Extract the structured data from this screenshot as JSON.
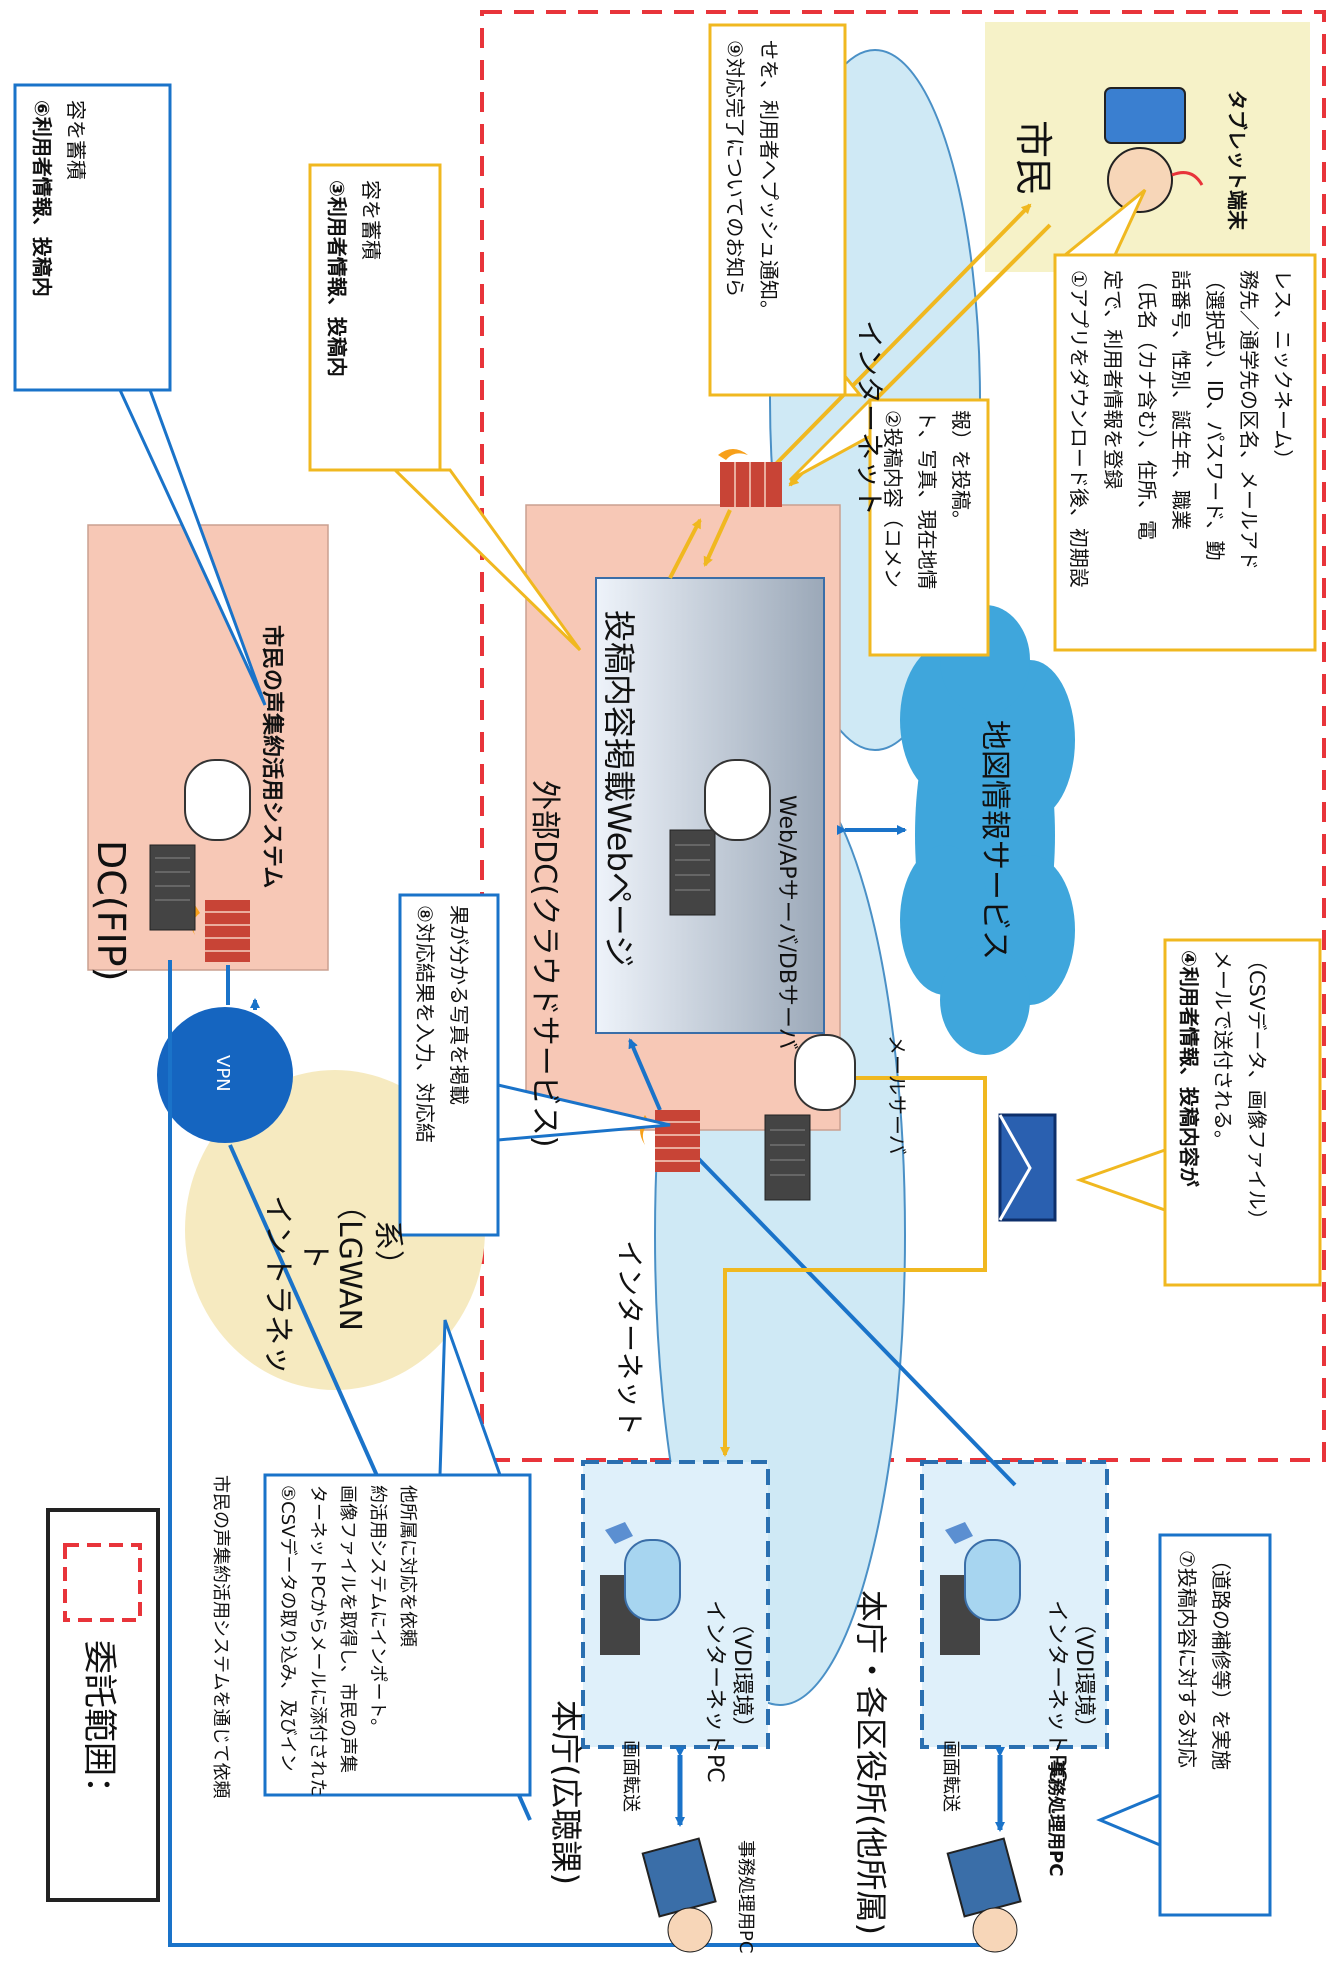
{
  "colors": {
    "outsource_border": "#e8343a",
    "callout_yellow": "#f5c842",
    "callout_blue": "#1a73c9",
    "cloud_blue": "#3fa6dc",
    "internet_fill": "#cfe9f5",
    "intranet_fill": "#f6eac0",
    "dc_fill": "#f7c8b6",
    "vpn_fill": "#1565c0",
    "arrow_blue": "#1a73c9",
    "arrow_yellow": "#f0b820"
  },
  "legend": {
    "label": "委託範囲："
  },
  "zones": {
    "dc_fip": "DC(FIP)",
    "fip_system": "市民の声集約活用システム",
    "vpn": "VPN",
    "intranet": [
      "イントラネッ",
      "ト",
      "（LGWAN",
      "系）"
    ],
    "external_dc": "外部DC(クラウドサービス)",
    "post_web": "投稿内容掲載Webページ",
    "web_servers": "Web/APサーバ/DBサーバ",
    "mail_server": "メールサーバ",
    "map_service": "地図情報サービス",
    "internet_top": "インターネット",
    "internet_bottom": "インターネット",
    "citizen": "市民",
    "tablet": "タブレット端末"
  },
  "office_main": {
    "title": "本庁(広聴課)",
    "internet_pc": [
      "インターネットPC",
      "（VDI環境）"
    ],
    "transfer": "画面転送",
    "office_pc": "事務処理用PC"
  },
  "office_ward": {
    "title": "本庁・各区役所(他所属)",
    "internet_pc": [
      "インターネットPC",
      "（VDI環境）"
    ],
    "transfer": "画面転送",
    "office_pc": "事務処理用PC"
  },
  "callouts": {
    "c1": [
      "①アプリをダウンロード後、初期設",
      "定で、利用者情報を登録",
      "（氏名（カナ含む）、住所、電",
      "話番号、性別、誕生年、職業",
      "（選択式）、ID、パスワード、勤",
      "務先／通学先の区名、メールアド",
      "レス、ニックネーム）"
    ],
    "c2": [
      "②投稿内容（コメン",
      "ト、写真、現在地情",
      "報）を投稿。"
    ],
    "c3": [
      "③利用者情報、投稿内",
      "容を蓄積"
    ],
    "c4": [
      "④利用者情報、投稿内容が",
      "メールで送付される。",
      "（CSVデータ、画像ファイル）"
    ],
    "c5": [
      "⑤CSVデータの取り込み、及びイン",
      "ターネットPCからメールに添付された",
      "画像ファイルを取得し、市民の声集",
      "約活用システムにインポート。",
      "他所属に対応を依頼"
    ],
    "c6": [
      "⑥利用者情報、投稿内",
      "容を蓄積"
    ],
    "c7": [
      "⑦投稿内容に対する対応",
      "（道路の補修等）を実施"
    ],
    "c8": [
      "⑧対応結果を入力、対応結",
      "果が分かる写真を掲載"
    ],
    "c9": [
      "⑨対応完了についてのお知ら",
      "せを、利用者へプッシュ通知。"
    ]
  },
  "left_note": "市民の声集約活用システムを通じて依頼"
}
